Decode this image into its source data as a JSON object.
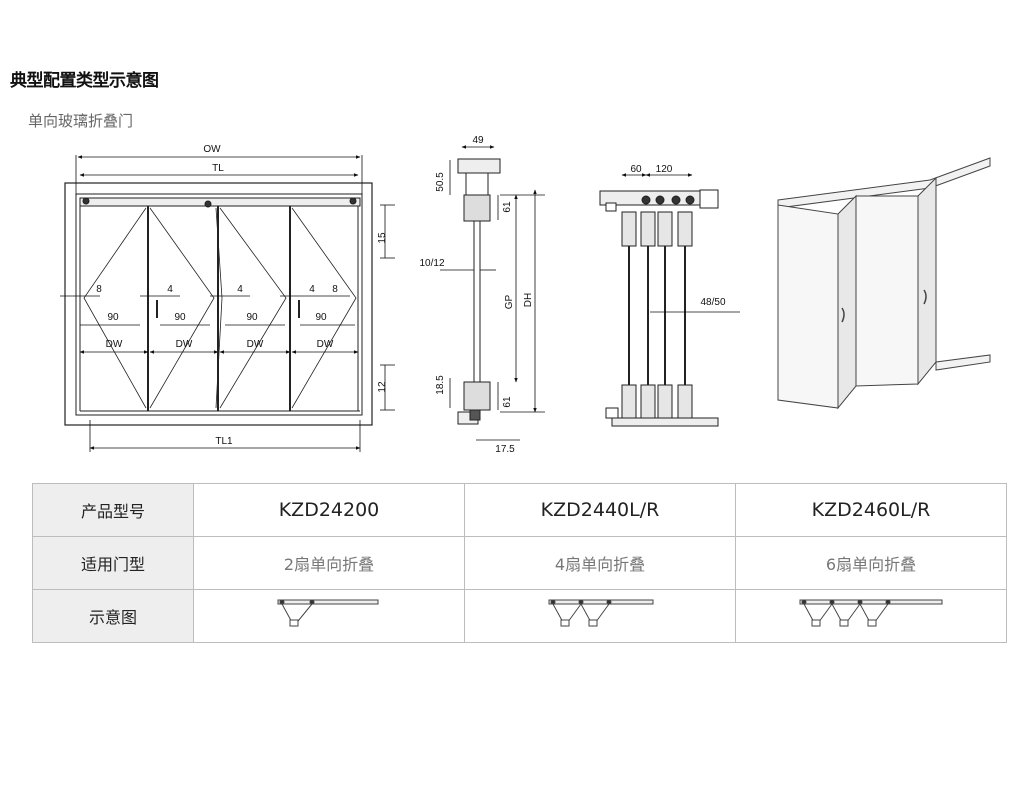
{
  "title": "典型配置类型示意图",
  "subtitle": "单向玻璃折叠门",
  "front_dims": {
    "ow": "OW",
    "tl": "TL",
    "tl1": "TL1",
    "dw": "DW",
    "d90": "90",
    "d8": "8",
    "d4": "4",
    "d15": "15",
    "d12": "12"
  },
  "section_dims": {
    "d49": "49",
    "d50_5": "50.5",
    "d61": "61",
    "d10_12": "10/12",
    "gp": "GP",
    "dh": "DH",
    "d18_5": "18.5",
    "d17_5": "17.5"
  },
  "track_dims": {
    "d60": "60",
    "d120": "120",
    "d48_50": "48/50"
  },
  "table": {
    "row_labels": [
      "产品型号",
      "适用门型",
      "示意图"
    ],
    "columns": [
      {
        "model": "KZD24200",
        "type": "2扇单向折叠"
      },
      {
        "model": "KZD2440L/R",
        "type": "4扇单向折叠"
      },
      {
        "model": "KZD2460L/R",
        "type": "6扇单向折叠"
      }
    ]
  }
}
